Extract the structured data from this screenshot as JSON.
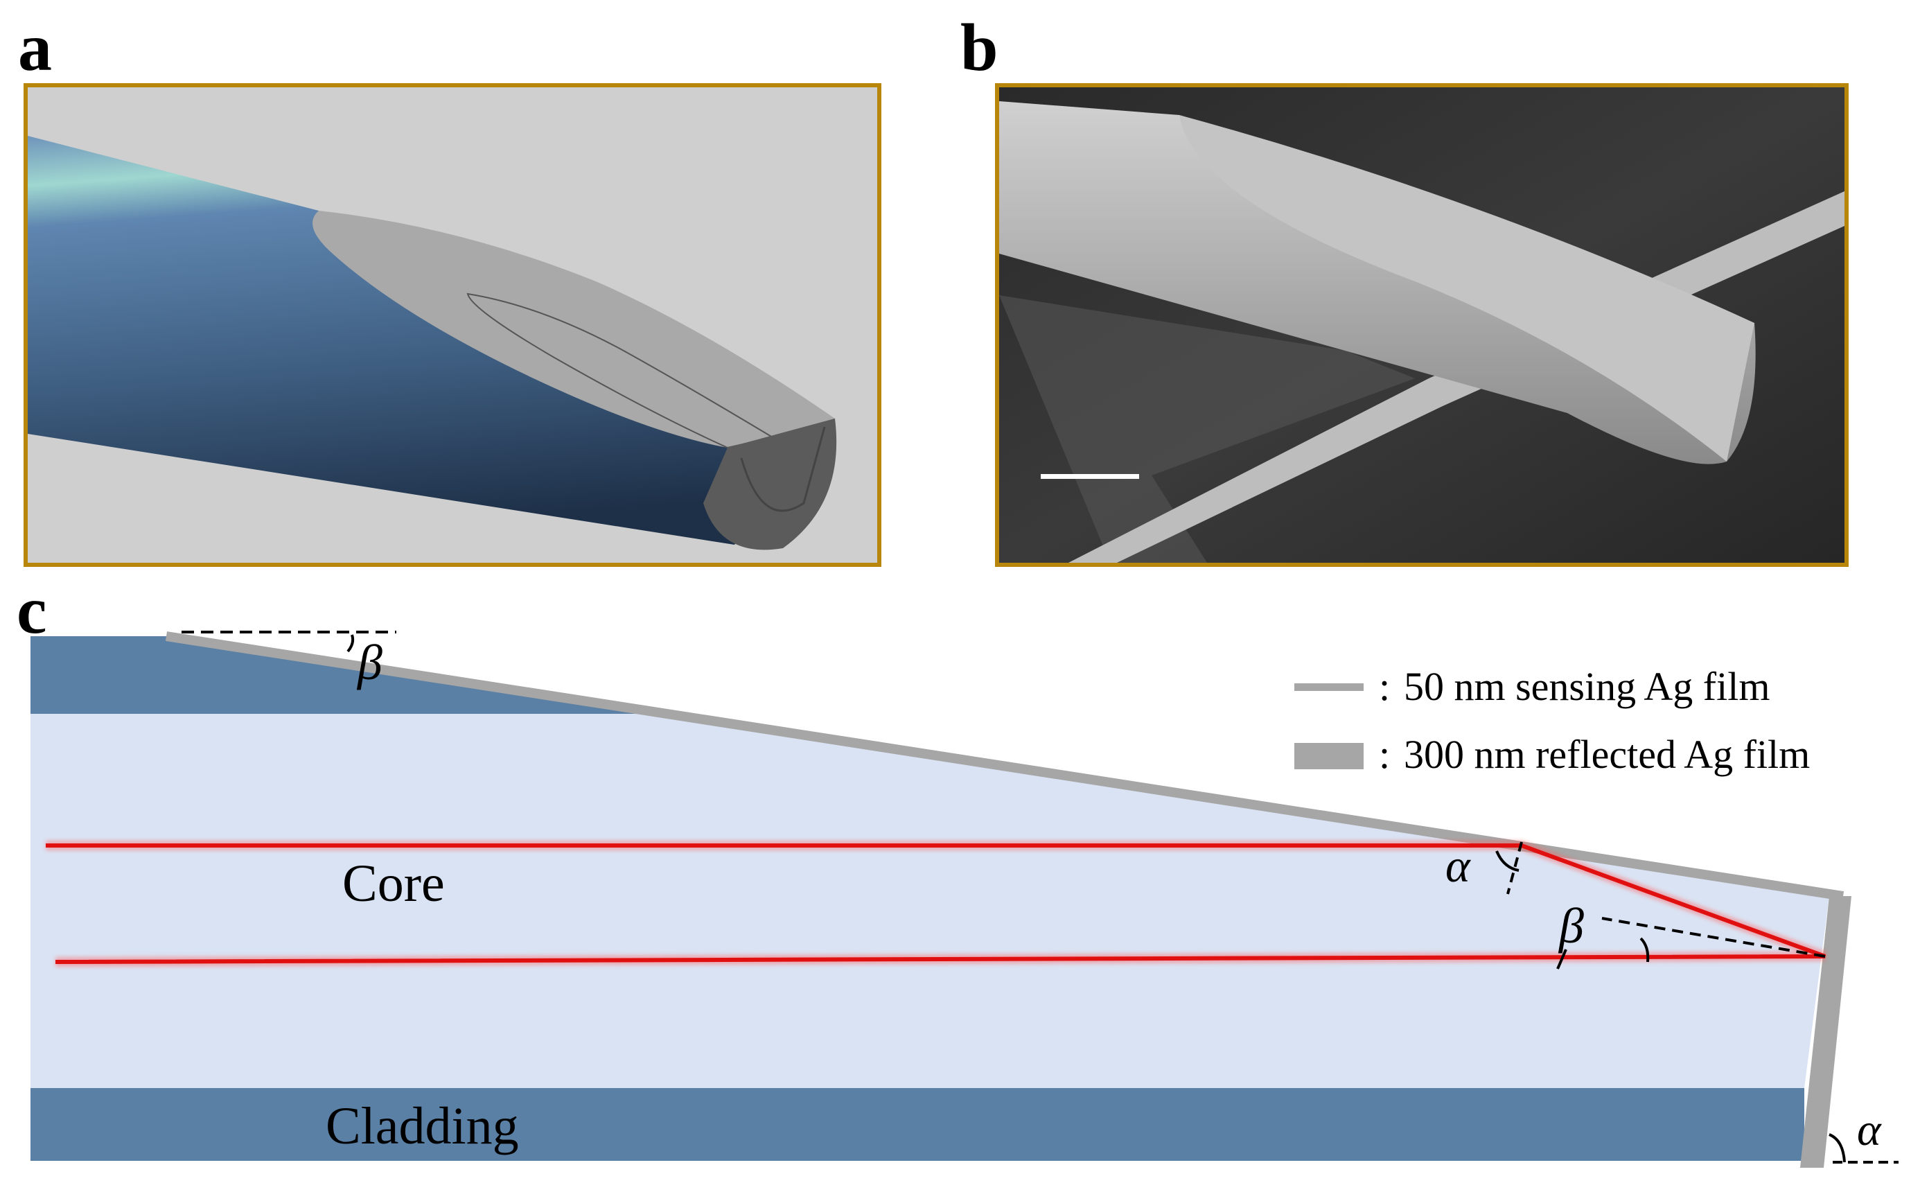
{
  "panels": {
    "a": {
      "letter": "a"
    },
    "b": {
      "letter": "b"
    },
    "c": {
      "letter": "c"
    }
  },
  "diagram": {
    "core_label": "Core",
    "cladding_label": "Cladding",
    "angle_beta": "β",
    "angle_alpha": "α",
    "legend": [
      {
        "separator": ":",
        "text": "50 nm sensing Ag film"
      },
      {
        "separator": ":",
        "text": "300 nm reflected Ag film"
      }
    ]
  },
  "colors": {
    "frame": "#b8860b",
    "cladding": "#5b80a5",
    "core": "#dae3f3",
    "ag_film": "#a6a6a6",
    "light_ray": "#e01010"
  }
}
